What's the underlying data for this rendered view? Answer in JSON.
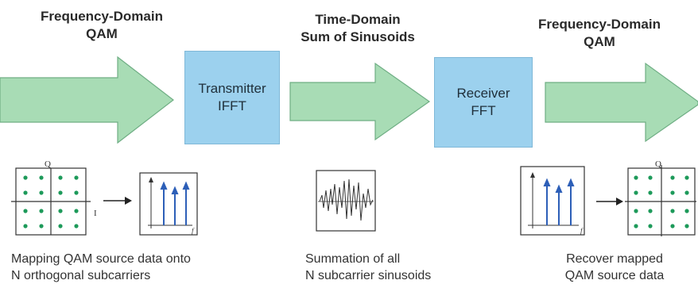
{
  "headers": {
    "left": [
      "Frequency-Domain",
      "QAM"
    ],
    "middle": [
      "Time-Domain",
      "Sum of Sinusoids"
    ],
    "right": [
      "Frequency-Domain",
      "QAM"
    ]
  },
  "blocks": {
    "transmitter": [
      "Transmitter",
      "IFFT"
    ],
    "receiver": [
      "Receiver",
      "FFT"
    ]
  },
  "axis_labels": {
    "q_left": "Q",
    "i_left": "I",
    "f_left": "f",
    "f_right": "f",
    "q_right": "Q"
  },
  "captions": {
    "left": [
      "Mapping QAM source data onto",
      "N orthogonal subcarriers"
    ],
    "middle": [
      "Summation of all",
      "N subcarrier sinusoids"
    ],
    "right": [
      "Recover mapped",
      "QAM source data"
    ]
  },
  "colors": {
    "arrow_fill": "#a8dcb5",
    "arrow_stroke": "#6fae84",
    "block_fill": "#9cd1ee",
    "dot": "#1d9a5a",
    "spectral_line": "#2d5fb8"
  }
}
